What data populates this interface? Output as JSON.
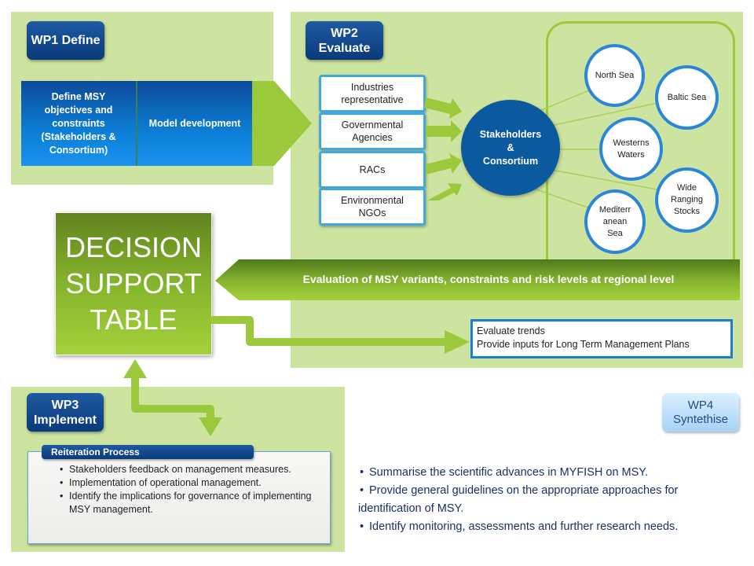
{
  "wp1": {
    "label": "WP1 Define",
    "steps": [
      "Define MSY objectives and constraints (Stakeholders & Consortium)",
      "Model development"
    ]
  },
  "wp2": {
    "label_line1": "WP2",
    "label_line2": "Evaluate",
    "stakeholders": [
      {
        "line1": "Industries",
        "line2": "representative"
      },
      {
        "line1": "Governmental",
        "line2": "Agencies"
      },
      {
        "line1": "RACs",
        "line2": ""
      },
      {
        "line1": "Environmental",
        "line2": "NGOs"
      }
    ],
    "hub": {
      "line1": "Stakeholders",
      "line2": "&",
      "line3": "Consortium"
    },
    "regions": [
      {
        "line1": "North Sea",
        "line2": "",
        "line3": ""
      },
      {
        "line1": "Baltic Sea",
        "line2": "",
        "line3": ""
      },
      {
        "line1": "Westerns",
        "line2": "Waters",
        "line3": ""
      },
      {
        "line1": "Wide",
        "line2": "Ranging",
        "line3": "Stocks"
      },
      {
        "line1": "Mediterr",
        "line2": "anean",
        "line3": "Sea"
      }
    ],
    "evaluation_banner": "Evaluation of MSY variants, constraints and risk levels at regional level",
    "outputs": [
      "Evaluate trends",
      "Provide inputs for Long Term Management Plans"
    ]
  },
  "decision_table": {
    "line1": "DECISION",
    "line2": "SUPPORT",
    "line3": "TABLE"
  },
  "wp3": {
    "label_line1": "WP3",
    "label_line2": "Implement",
    "process_title": "Reiteration Process",
    "bullets": [
      "Stakeholders feedback on management measures.",
      "Implementation of operational management.",
      "Identify the implications for governance of implementing MSY management."
    ]
  },
  "wp4": {
    "label_line1": "WP4",
    "label_line2": "Syntethise",
    "bullets": [
      "Summarise the scientific advances in MYFISH on MSY.",
      "Provide general guidelines on the appropriate approaches for identification of MSY.",
      "Identify monitoring, assessments and further research needs."
    ]
  },
  "colors": {
    "panel_green": "#cde3a0",
    "arrow_green": "#9cc83c",
    "navy": "#0a3a7a",
    "hub_blue": "#0b5aa0",
    "circle_border": "#2a86d8",
    "wp4_text": "#234c8a"
  }
}
